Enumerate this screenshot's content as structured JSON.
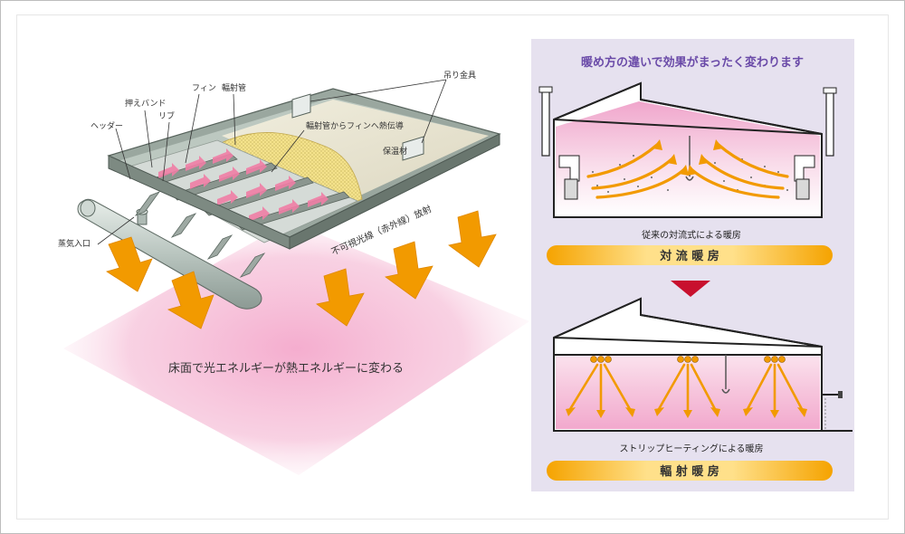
{
  "left": {
    "labels": {
      "header": "ヘッダー",
      "presser_band": "押えバンド",
      "rib": "リブ",
      "fin": "フィン",
      "radiant_tube": "輻射管",
      "hanger": "吊り金具",
      "conduction": "輻射管からフィンへ熱伝導",
      "insulation": "保温材",
      "steam_inlet": "蒸気入口",
      "infrared": "不可視光線（赤外線）放射",
      "caption": "床面で光エネルギーが熱エネルギーに変わる"
    }
  },
  "right": {
    "title": "暖め方の違いで効果がまったく変わります",
    "top_caption": "従来の対流式による暖房",
    "top_bar": "対 流 暖 房",
    "bottom_caption": "ストリップヒーティングによる暖房",
    "bottom_bar": "輻 射 暖 房"
  },
  "colors": {
    "arrow_orange": "#f29a00",
    "pink_glow": "#f7bfd8",
    "bar_orange": "#f5a300",
    "bar_yellow": "#ffe08a",
    "title_purple": "#6a4aa8",
    "panel_bg": "#e6e1ef",
    "down_arrow": "#c8102e"
  }
}
